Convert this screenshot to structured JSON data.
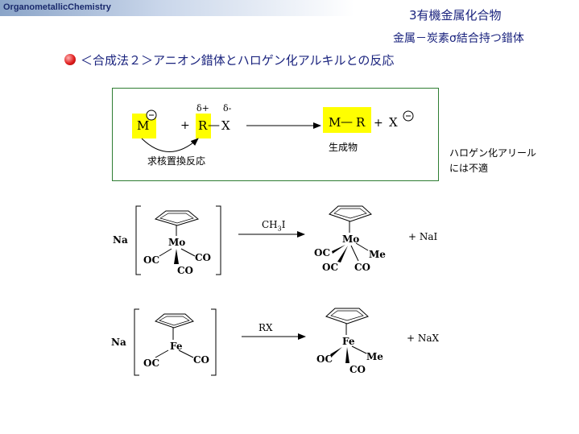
{
  "header": {
    "course_title": "OrganometallicChemistry",
    "slide_title": "3有機金属化合物",
    "subtitle": "金属－炭素σ結合持つ錯体"
  },
  "main_title": "＜合成法２＞アニオン錯体とハロゲン化アルキルとの反応",
  "scheme": {
    "reactant_metal": "M",
    "plus": "+",
    "delta_plus": "δ+",
    "delta_minus": "δ-",
    "alkyl": "R",
    "bond": "—",
    "halide": "X",
    "product_metal": "M",
    "product_alkyl": "R",
    "product_halide": "X",
    "nucleophilic_label": "求核置換反応",
    "product_label": "生成物",
    "aryl_note_line1": "ハロゲン化アリール",
    "aryl_note_line2": "には不適"
  },
  "reaction1": {
    "counter_ion": "Na",
    "metal": "Mo",
    "ligand_oc": "OC",
    "ligand_co1": "CO",
    "ligand_co2": "CO",
    "reagent_main": "CH",
    "reagent_sub": "3",
    "reagent_tail": "I",
    "product_metal": "Mo",
    "product_oc1": "OC",
    "product_oc2": "OC",
    "product_co": "CO",
    "product_me": "Me",
    "byproduct": "+  NaI"
  },
  "reaction2": {
    "counter_ion": "Na",
    "metal": "Fe",
    "ligand_oc": "OC",
    "ligand_co": "CO",
    "reagent": "RX",
    "product_metal": "Fe",
    "product_oc": "OC",
    "product_co": "CO",
    "product_me": "Me",
    "byproduct": "+  NaX"
  },
  "colors": {
    "title_blue": "#1a237e",
    "highlight": "#ffff00",
    "box_border": "#2e7d32",
    "bullet_red": "#e02020"
  }
}
